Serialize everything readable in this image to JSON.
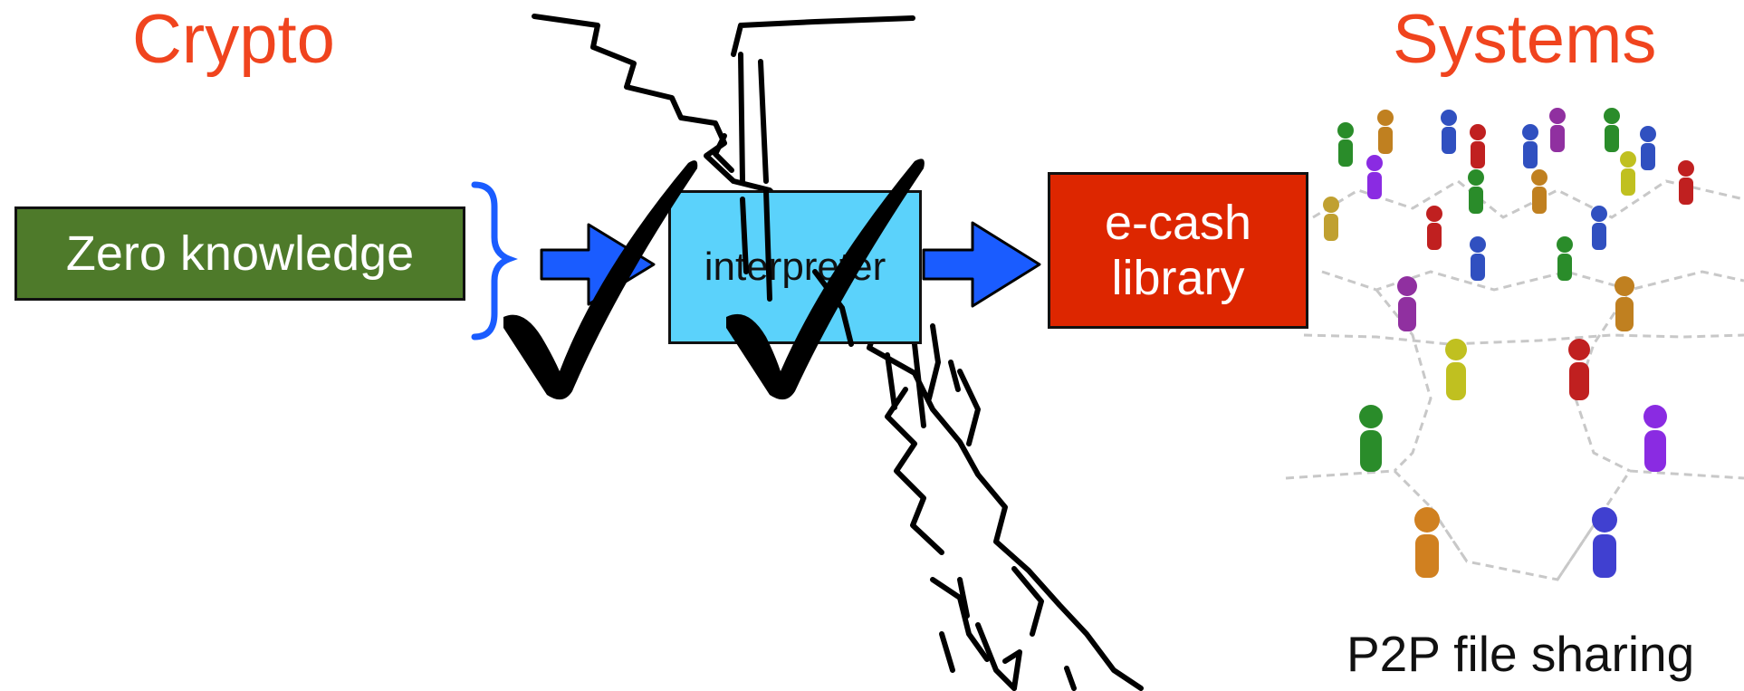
{
  "headings": {
    "crypto": "Crypto",
    "systems": "Systems"
  },
  "boxes": {
    "zero_knowledge": "Zero knowledge",
    "interpreter": "interpreter",
    "ecash_line1": "e-cash",
    "ecash_line2": "library"
  },
  "caption": "P2P file sharing",
  "colors": {
    "heading": "#f0441e",
    "zero_knowledge_fill": "#4e7a2a",
    "interpreter_fill": "#5bd2fb",
    "ecash_fill": "#dd2600",
    "arrow": "#1a5cff",
    "brace": "#1a5cff",
    "checkmark": "#000000",
    "cliff_sketch": "#000000"
  },
  "icons": {
    "checkmarks": [
      "checkmark-icon",
      "checkmark-icon"
    ],
    "people_network": "p2p-people-network-image"
  }
}
